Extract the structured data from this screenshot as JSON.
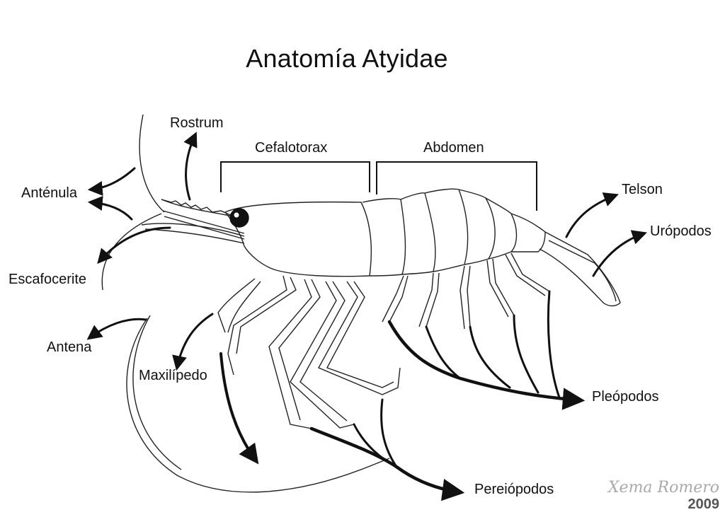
{
  "title": "Anatomía Atyidae",
  "regions": {
    "cephalothorax": "Cefalotorax",
    "abdomen": "Abdomen"
  },
  "labels": {
    "rostrum": "Rostrum",
    "antennule": "Anténula",
    "scaphocerite": "Escafocerite",
    "antenna": "Antena",
    "maxilliped": "Maxilípedo",
    "telson": "Telson",
    "uropods": "Urópodos",
    "pleopods": "Pleópodos",
    "pereiopods": "Pereiópodos"
  },
  "credit": {
    "signature": "Xema Romero",
    "year": "2009"
  }
}
